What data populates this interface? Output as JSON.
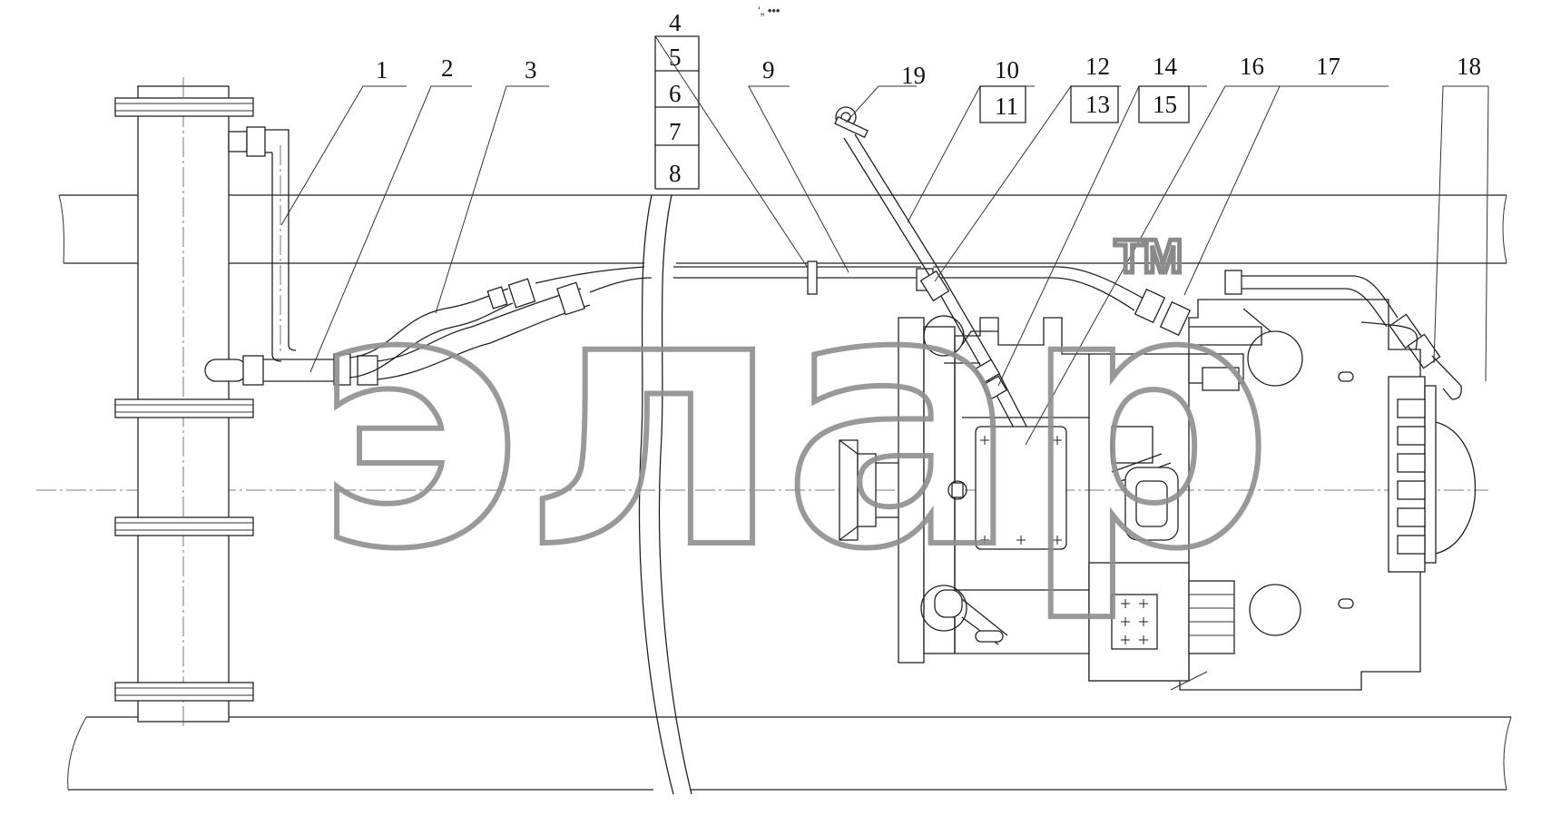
{
  "header_mark": "‘„ •••",
  "watermark": {
    "logo_text": "элар",
    "trademark": "TM"
  },
  "callouts": [
    {
      "id": "c1",
      "text": "1"
    },
    {
      "id": "c2",
      "text": "2"
    },
    {
      "id": "c3",
      "text": "3"
    },
    {
      "id": "c4",
      "text": "4"
    },
    {
      "id": "c5",
      "text": "5"
    },
    {
      "id": "c6",
      "text": "6"
    },
    {
      "id": "c7",
      "text": "7"
    },
    {
      "id": "c8",
      "text": "8"
    },
    {
      "id": "c9",
      "text": "9"
    },
    {
      "id": "c10",
      "text": "10"
    },
    {
      "id": "c11",
      "text": "11"
    },
    {
      "id": "c12",
      "text": "12"
    },
    {
      "id": "c13",
      "text": "13"
    },
    {
      "id": "c14",
      "text": "14"
    },
    {
      "id": "c15",
      "text": "15"
    },
    {
      "id": "c16",
      "text": "16"
    },
    {
      "id": "c17",
      "text": "17"
    },
    {
      "id": "c18",
      "text": "18"
    },
    {
      "id": "c19",
      "text": "19"
    }
  ]
}
